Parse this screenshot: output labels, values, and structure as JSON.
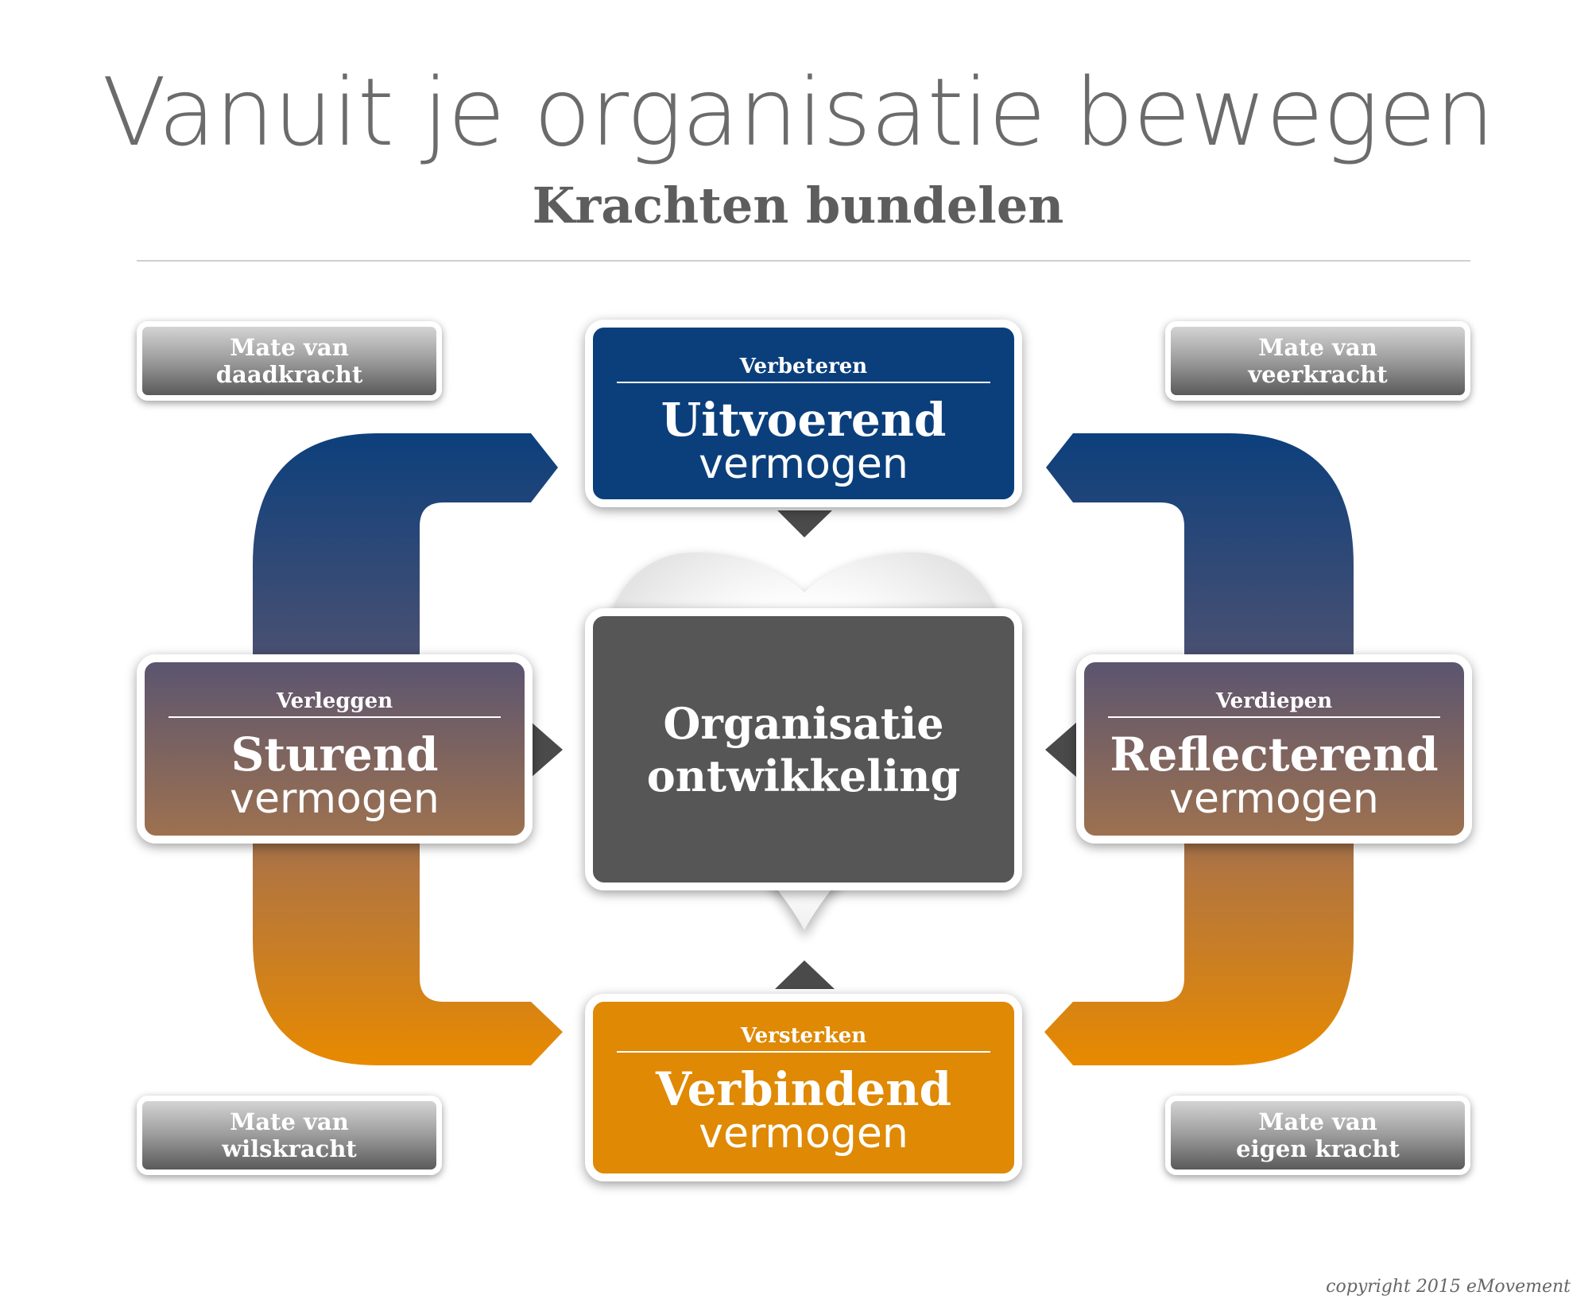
{
  "header": {
    "title": "Vanuit je organisatie bewegen",
    "subtitle": "Krachten bundelen"
  },
  "center": {
    "line1": "Organisatie",
    "line2": "ontwikkeling",
    "color": "#565656"
  },
  "nodes": {
    "top": {
      "label": "Verbeteren",
      "title": "Uitvoerend",
      "sub": "vermogen",
      "color": "#0b3f7c"
    },
    "left": {
      "label": "Verleggen",
      "title": "Sturend",
      "sub": "vermogen",
      "color_top": "#5b5570",
      "color_bottom": "#9d7150"
    },
    "right": {
      "label": "Verdiepen",
      "title": "Reflecterend",
      "sub": "vermogen",
      "color_top": "#5b5570",
      "color_bottom": "#9d7150"
    },
    "bottom": {
      "label": "Versterken",
      "title": "Verbindend",
      "sub": "vermogen",
      "color": "#df8904"
    }
  },
  "corners": {
    "top_left": {
      "line1": "Mate van",
      "line2": "daadkracht"
    },
    "top_right": {
      "line1": "Mate van",
      "line2": "veerkracht"
    },
    "bottom_left": {
      "line1": "Mate van",
      "line2": "wilskracht"
    },
    "bottom_right": {
      "line1": "Mate van",
      "line2": "eigen kracht"
    }
  },
  "colors": {
    "arrow_top": "#0b3f7c",
    "arrow_bottom": "#e88a00",
    "connector": "#4a4a4a"
  },
  "footer": {
    "copyright": "copyright 2015 eMovement"
  }
}
